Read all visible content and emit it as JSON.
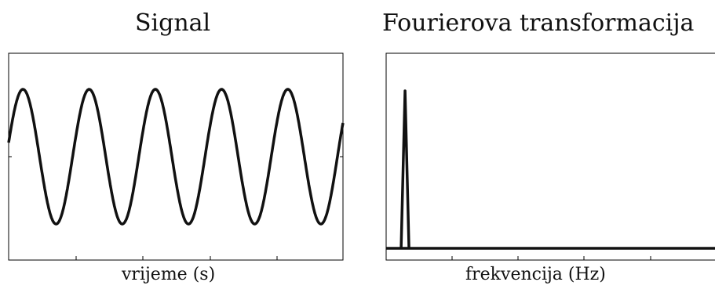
{
  "chart_data": [
    {
      "type": "line",
      "title": "Signal",
      "xlabel": "vrijeme (s)",
      "ylabel": "",
      "grid": false,
      "cycles": 5,
      "amplitude": 1,
      "ylim": [
        -1.2,
        1.2
      ],
      "series": [
        {
          "description": "sinusoid",
          "cycles_shown": 5
        }
      ]
    },
    {
      "type": "line",
      "title": "Fourierova transformacija",
      "xlabel": "frekvencija (Hz)",
      "ylabel": "",
      "grid": false,
      "peak": {
        "position_fraction": 0.056,
        "relative_height": 1.0
      },
      "ylim": [
        0,
        1.1
      ]
    }
  ],
  "colors": {
    "line": "#111111",
    "axes": "#000000"
  }
}
